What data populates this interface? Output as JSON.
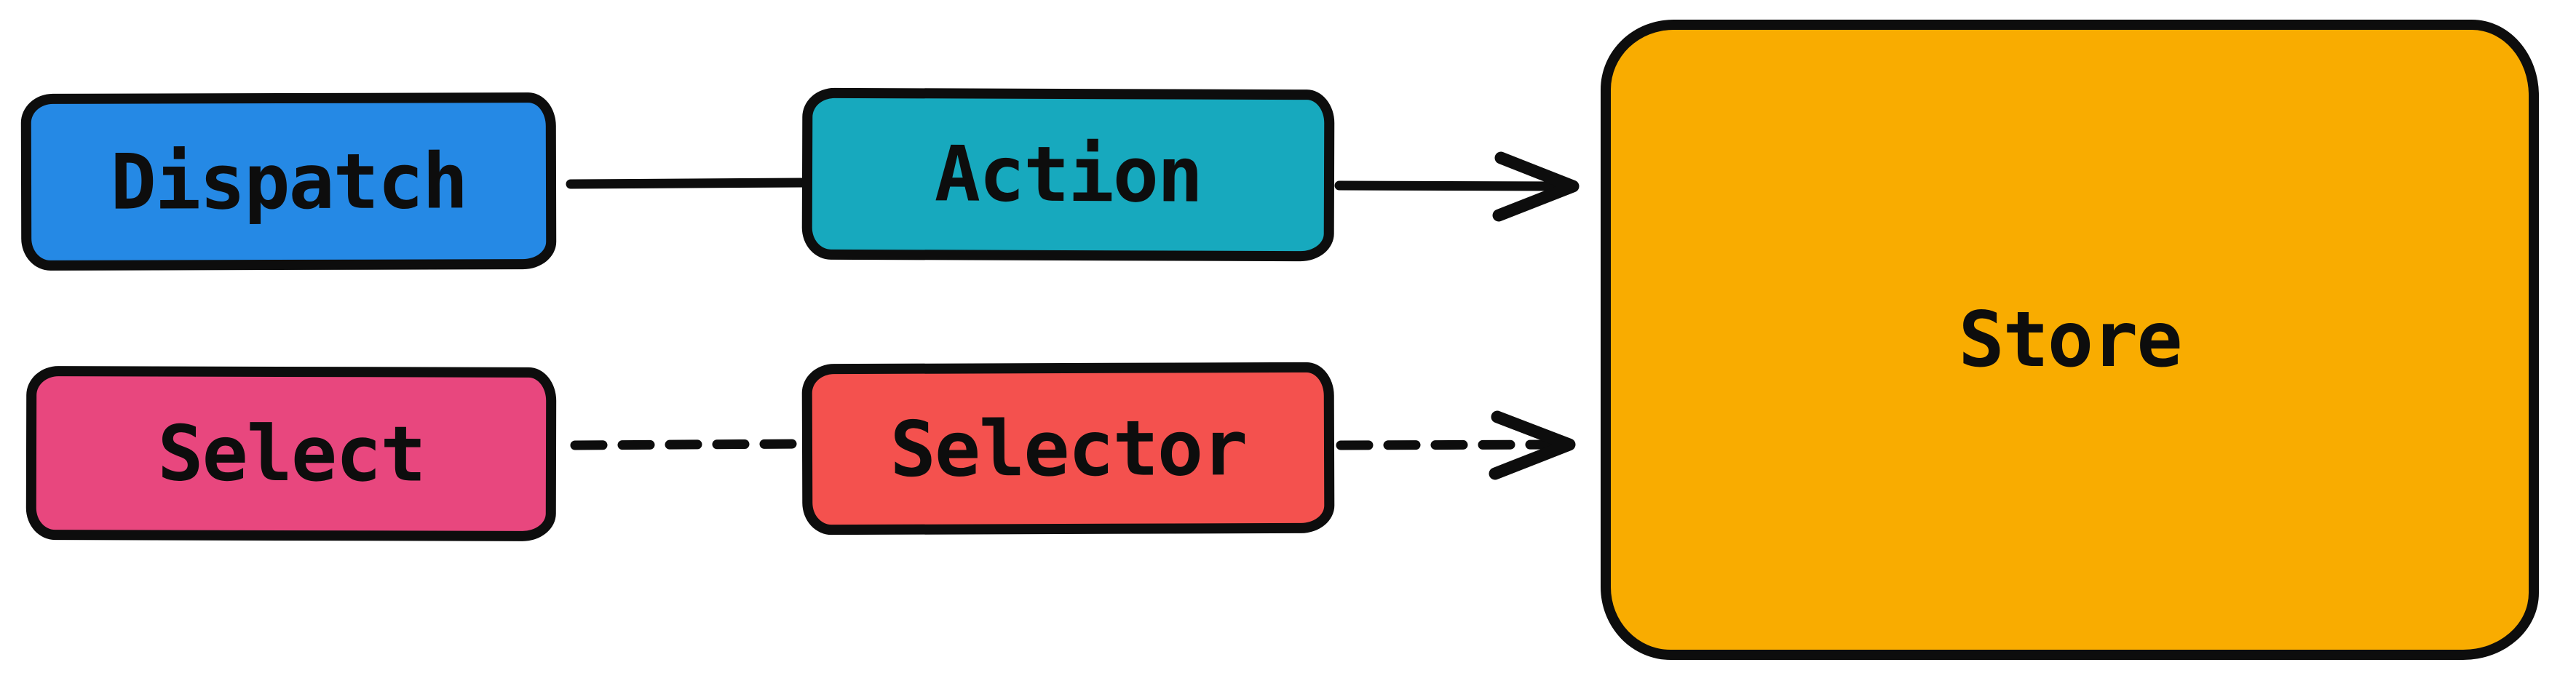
{
  "diagram": {
    "background_color": "#ffffff",
    "stroke_color": "#0d0d0d",
    "label_color": "#0d0d0d",
    "nodes": [
      {
        "id": "dispatch",
        "label": "Dispatch",
        "fill": "#2589e5",
        "shape": "rounded-rectangle"
      },
      {
        "id": "action",
        "label": "Action",
        "fill": "#17a9be",
        "shape": "rounded-rectangle"
      },
      {
        "id": "select",
        "label": "Select",
        "fill": "#e8477e",
        "shape": "rounded-rectangle"
      },
      {
        "id": "selector",
        "label": "Selector",
        "fill": "#f4514e",
        "shape": "rounded-rectangle"
      },
      {
        "id": "store",
        "label": "Store",
        "fill": "#f9ac00",
        "shape": "rounded-rectangle"
      }
    ],
    "edges": [
      {
        "from": "dispatch",
        "to": "action",
        "style": "solid",
        "arrowhead": "none"
      },
      {
        "from": "action",
        "to": "store",
        "style": "solid",
        "arrowhead": "open-chevron"
      },
      {
        "from": "select",
        "to": "selector",
        "style": "dashed",
        "arrowhead": "none"
      },
      {
        "from": "selector",
        "to": "store",
        "style": "dashed",
        "arrowhead": "open-chevron"
      }
    ]
  }
}
